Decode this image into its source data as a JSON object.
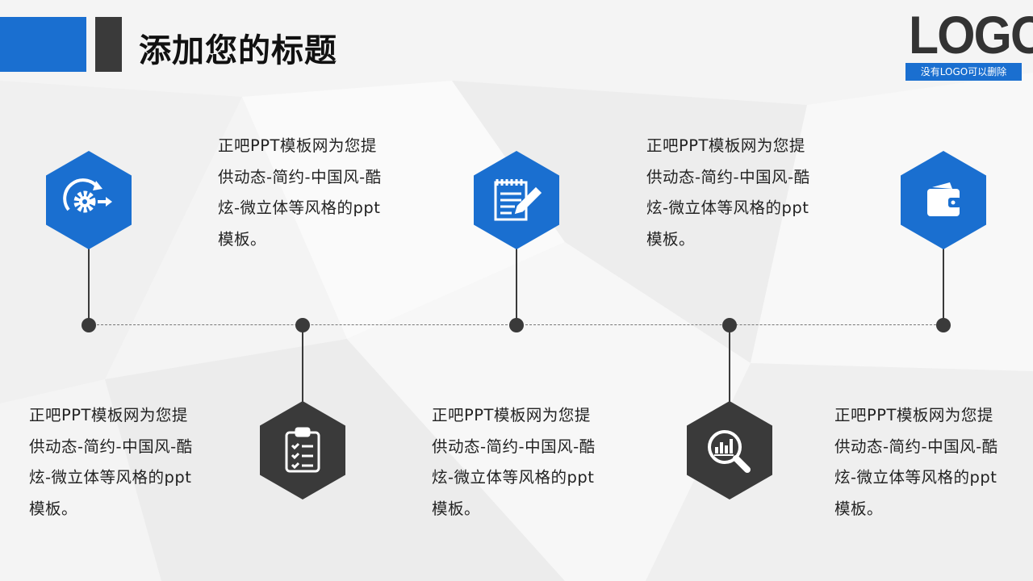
{
  "header": {
    "title": "添加您的标题"
  },
  "logo": {
    "text": "LOGO",
    "subtitle": "没有LOGO可以删除"
  },
  "colors": {
    "accent": "#1a6fd0",
    "dark": "#3a3a3a"
  },
  "items": [
    {
      "icon": "gear-refresh-icon",
      "text": "正吧PPT模板网为您提供动态-简约-中国风-酷炫-微立体等风格的ppt模板。"
    },
    {
      "icon": "clipboard-checklist-icon",
      "text": "正吧PPT模板网为您提供动态-简约-中国风-酷炫-微立体等风格的ppt模板。"
    },
    {
      "icon": "notepad-pencil-icon",
      "text": "正吧PPT模板网为您提供动态-简约-中国风-酷炫-微立体等风格的ppt模板。"
    },
    {
      "icon": "chart-magnifier-icon",
      "text": "正吧PPT模板网为您提供动态-简约-中国风-酷炫-微立体等风格的ppt模板。"
    },
    {
      "icon": "wallet-icon",
      "text": "正吧PPT模板网为您提供动态-简约-中国风-酷炫-微立体等风格的ppt模板。"
    }
  ]
}
